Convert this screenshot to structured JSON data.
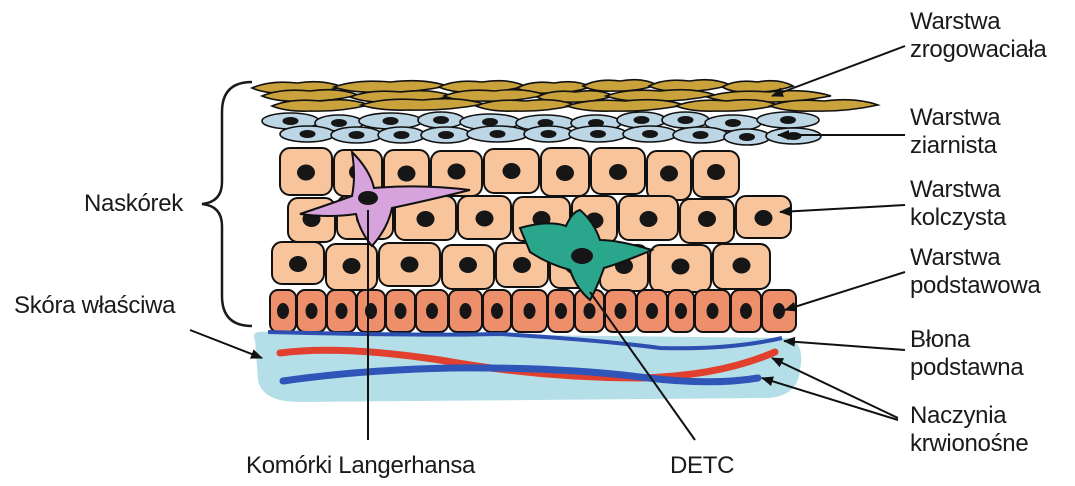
{
  "labels": {
    "stratum_corneum": [
      "Warstwa",
      "zrogowaciała"
    ],
    "stratum_granulosum": [
      "Warstwa",
      "ziarnista"
    ],
    "stratum_spinosum": [
      "Warstwa",
      "kolczysta"
    ],
    "stratum_basale": [
      "Warstwa",
      "podstawowa"
    ],
    "basement_membrane": [
      "Błona",
      "podstawna"
    ],
    "blood_vessels": [
      "Naczynia",
      "krwionośne"
    ],
    "epidermis": "Naskórek",
    "dermis": "Skóra właściwa",
    "langerhans_cells": "Komórki Langerhansa",
    "detc": "DETC"
  },
  "colors": {
    "corneum": "#c9a23c",
    "granulosum": "#bcd6e6",
    "spinosum_cell": "#f8c49b",
    "basale_cell": "#ee8f6c",
    "nucleus": "#161616",
    "langerhans": "#d7a3dc",
    "detc": "#2aa68c",
    "dermis": "#b5dfe8",
    "membrane": "#2c4fb0",
    "vessel_red": "#e2402e",
    "vessel_blue": "#2f55b8"
  }
}
